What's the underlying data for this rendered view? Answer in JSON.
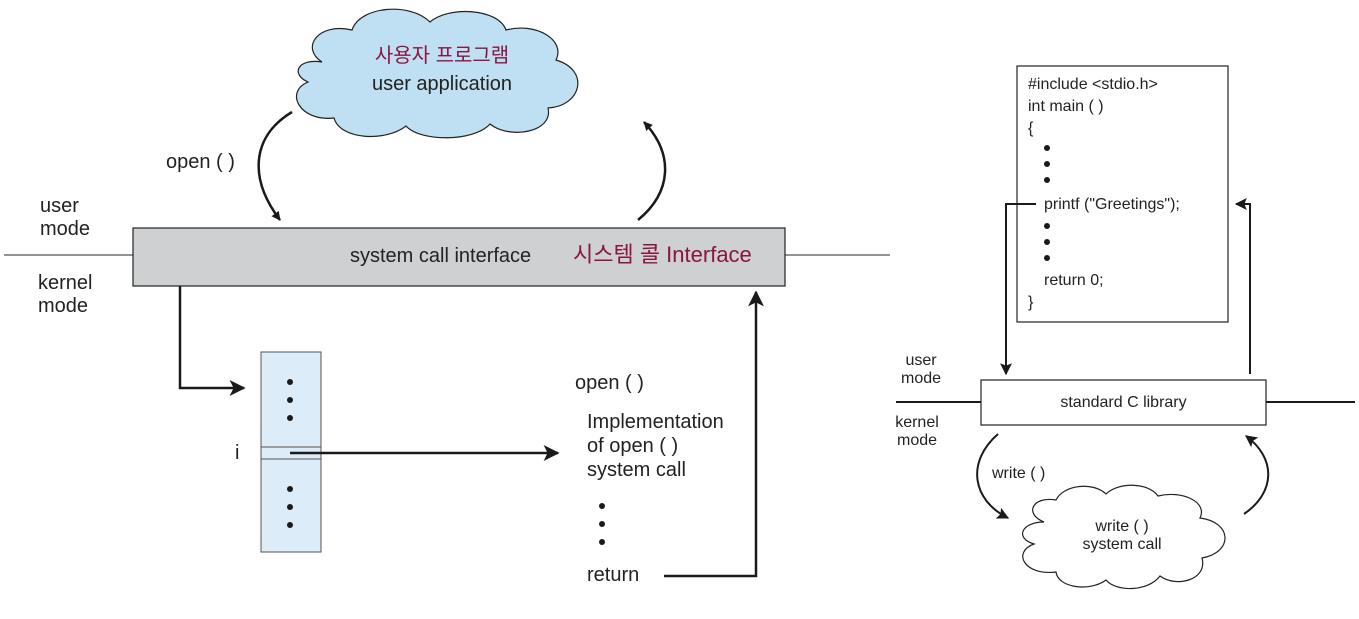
{
  "colors": {
    "line": "#1a1a1a",
    "interface_fill": "#cfd0d2",
    "cloud_fill": "#bfe0f2",
    "table_fill": "#dcecf8",
    "korean_text": "#8a1541"
  },
  "left": {
    "cloud": {
      "korean": "사용자 프로그램",
      "english": "user application"
    },
    "open_call_label": "open ( )",
    "user_mode_label": "user\nmode",
    "kernel_mode_label": "kernel\nmode",
    "interface": {
      "english": "system call interface",
      "korean": "시스템 콜 Interface"
    },
    "table_index_label": "i",
    "impl": {
      "open_label": "open ( )",
      "body": "Implementation\nof open ( )\nsystem call",
      "return_label": "return"
    }
  },
  "right": {
    "code_lines": [
      "#include <stdio.h>",
      "int main ( )",
      "{",
      "printf (\"Greetings\");",
      "return 0;",
      "}"
    ],
    "user_mode_label": "user\nmode",
    "kernel_mode_label": "kernel\nmode",
    "library_label": "standard C library",
    "write_label": "write ( )",
    "cloud_label": "write ( )\nsystem call"
  }
}
